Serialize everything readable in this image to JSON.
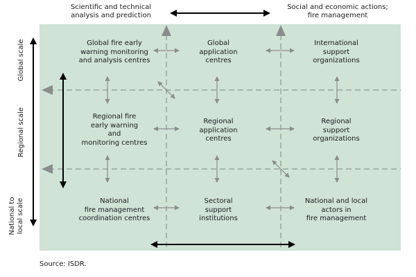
{
  "column_headers": {
    "left": "Scientific and technical\nanalysis and prediction",
    "right": "Social and economic actions;\nfire management"
  },
  "row_labels": {
    "global": "Global scale",
    "regional": "Regional scale",
    "national": "National to\nlocal scale"
  },
  "cells": {
    "r1c1": "Global fire early\nwarning monitoring\nand analysis centres",
    "r1c2": "Global\napplication\ncentres",
    "r1c3": "International\nsupport\norganizations",
    "r2c1": "Regional fire\nearly warning\nand\nmonitoring centres",
    "r2c2": "Regional\napplication\ncentres",
    "r2c3": "Regional\nsupport\norganizations",
    "r3c1": "National\nfire management\ncoordination centres",
    "r3c2": "Sectoral\nsupport\ninstitutions",
    "r3c3": "National and local\nactors in\nfire management"
  },
  "source": "Source: ISDR.",
  "colors": {
    "panel": "#cfe3d6",
    "dashed_line": "#7a8a80",
    "small_arrow": "#8c8c8c",
    "big_arrow": "#000000"
  }
}
